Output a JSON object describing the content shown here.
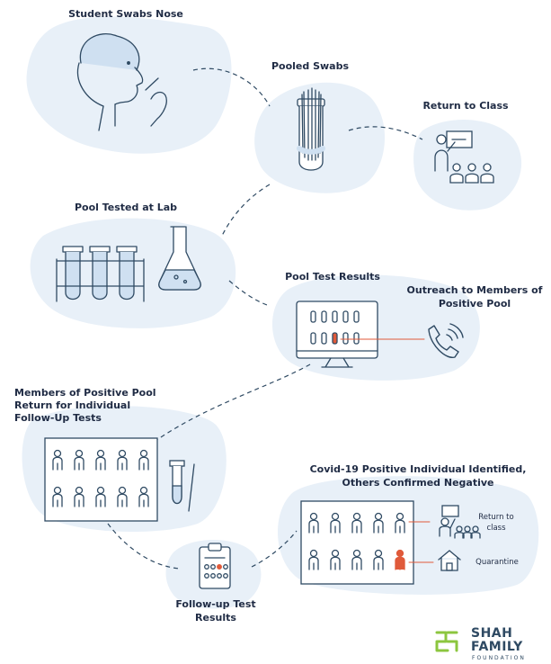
{
  "steps": {
    "student_swabs": "Student Swabs Nose",
    "pooled_swabs": "Pooled Swabs",
    "return_to_class": "Return to Class",
    "pool_tested": "Pool Tested at Lab",
    "pool_results": "Pool Test Results",
    "outreach_l1": "Outreach to Members of",
    "outreach_l2": "Positive Pool",
    "members_l1": "Members of Positive Pool",
    "members_l2": "Return for Individual",
    "members_l3": "Follow-Up Tests",
    "covid_l1": "Covid-19 Positive Individual Identified,",
    "covid_l2": "Others Confirmed Negative",
    "followup_l1": "Follow-up Test",
    "followup_l2": "Results",
    "return_class_small_l1": "Return to",
    "return_class_small_l2": "class",
    "quarantine": "Quarantine"
  },
  "logo": {
    "line1": "SHAH",
    "line2": "FAMILY",
    "line3": "FOUNDATION"
  },
  "colors": {
    "blob": "#e8f0f8",
    "line": "#2f4a63",
    "fill": "#cfe0f1",
    "positive": "#e05a3a",
    "logo_green": "#8cc63f"
  }
}
